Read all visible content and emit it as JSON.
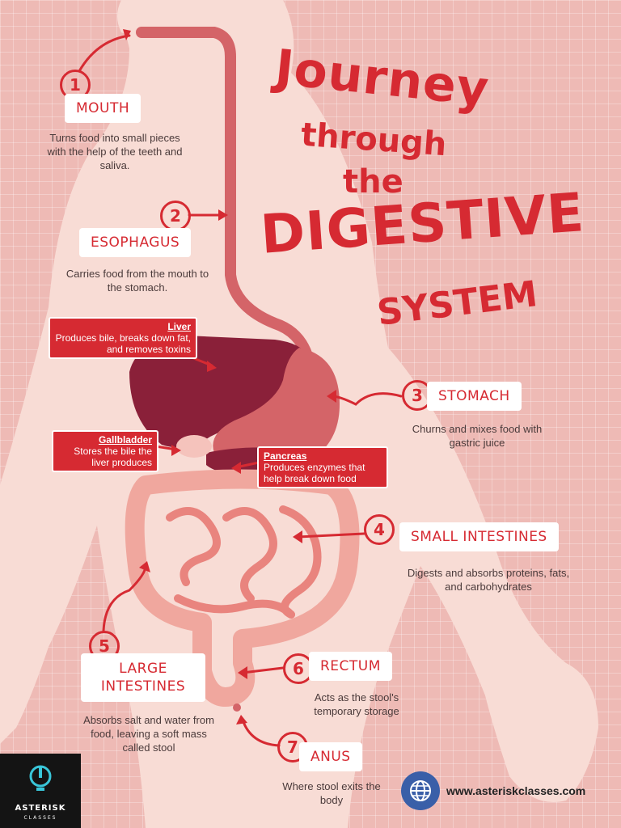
{
  "title": {
    "line1": "Journey",
    "line2": "through",
    "line3": "the",
    "line4": "DIGESTIVE",
    "line5": "SYSTEM"
  },
  "steps": [
    {
      "number": "1",
      "label": "MOUTH",
      "description": "Turns food into small pieces with the help of the teeth and saliva."
    },
    {
      "number": "2",
      "label": "ESOPHAGUS",
      "description": "Carries food from the mouth to the stomach."
    },
    {
      "number": "3",
      "label": "STOMACH",
      "description": "Churns and mixes food with gastric juice"
    },
    {
      "number": "4",
      "label": "SMALL INTESTINES",
      "description": "Digests and absorbs proteins, fats, and carbohydrates"
    },
    {
      "number": "5",
      "label": "LARGE INTESTINES",
      "description": "Absorbs salt and water from food, leaving a soft mass called stool"
    },
    {
      "number": "6",
      "label": "RECTUM",
      "description": "Acts as the stool's temporary storage"
    },
    {
      "number": "7",
      "label": "ANUS",
      "description": "Where stool exits the body"
    }
  ],
  "organs": {
    "liver": {
      "name": "Liver",
      "text": "Produces bile, breaks down fat, and removes toxins"
    },
    "gallbladder": {
      "name": "Gallbladder",
      "text": "Stores the bile the liver produces"
    },
    "pancreas": {
      "name": "Pancreas",
      "text": "Produces enzymes that help break down food"
    }
  },
  "footer": {
    "brand": "ASTERISK",
    "brand_sub": "CLASSES",
    "website": "www.asteriskclasses.com",
    "globe_icon": "globe-icon",
    "logo_icon": "bulb-logo-icon"
  },
  "colors": {
    "accent": "#d62a32",
    "background": "#eebab5",
    "body": "#f8dcd5",
    "liver": "#8a2039",
    "stomach": "#d46468",
    "intestine": "#f0a79e"
  }
}
